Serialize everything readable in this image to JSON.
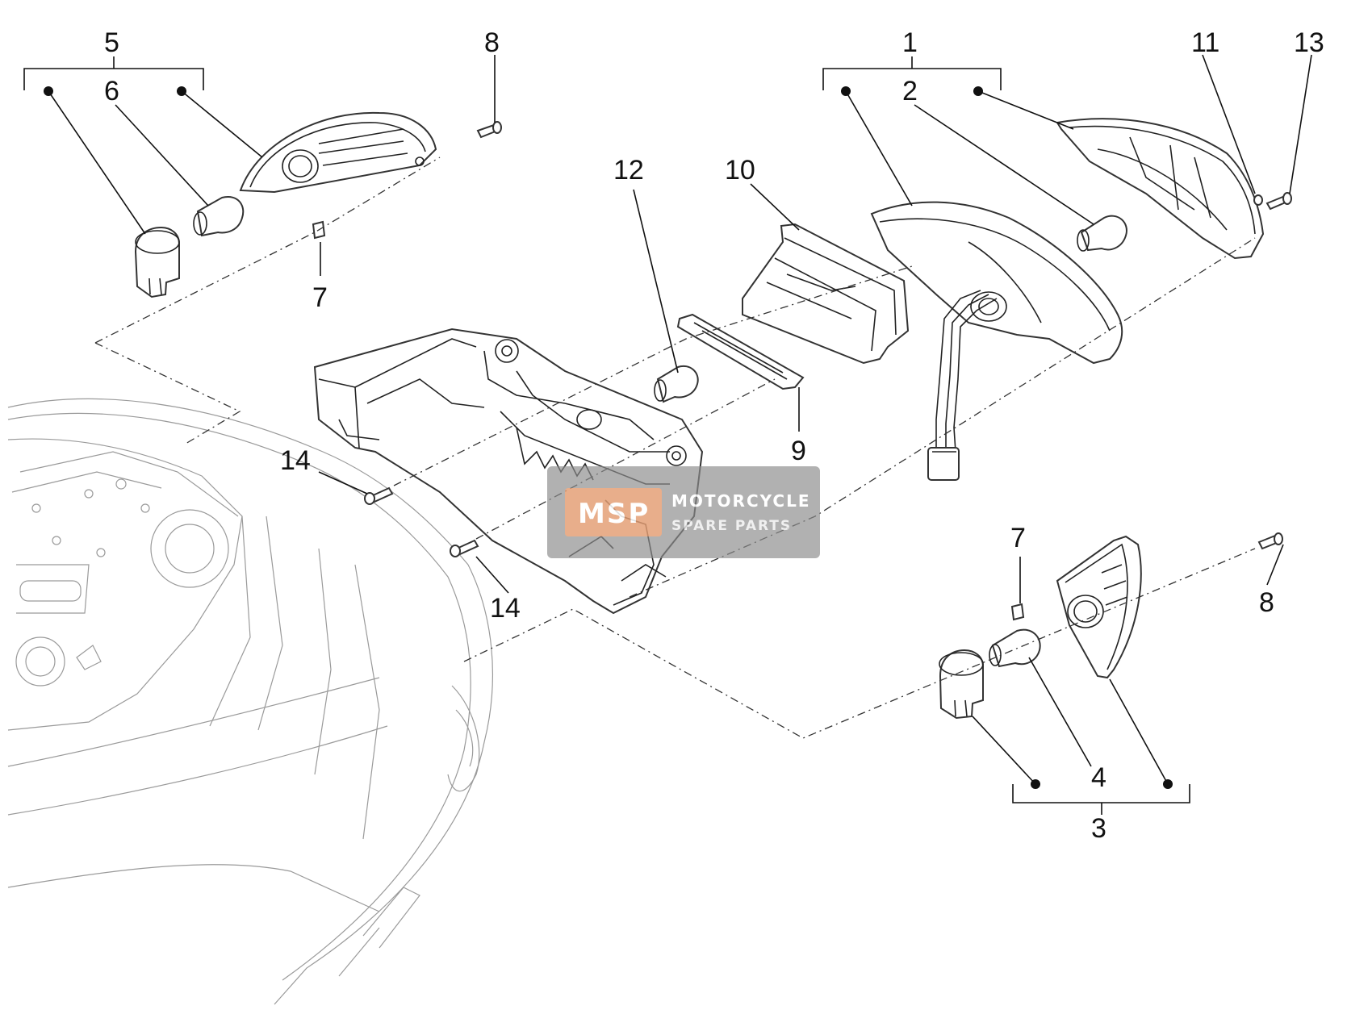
{
  "diagram": {
    "callouts": {
      "c1": "1",
      "c2": "2",
      "c3": "3",
      "c4": "4",
      "c5": "5",
      "c6": "6",
      "c7a": "7",
      "c7b": "7",
      "c8a": "8",
      "c8b": "8",
      "c9": "9",
      "c10": "10",
      "c11": "11",
      "c12": "12",
      "c13": "13",
      "c14a": "14",
      "c14b": "14"
    },
    "watermark": {
      "logo_text": "MSP",
      "line1": "MOTORCYCLE",
      "line2": "SPARE PARTS",
      "colors": {
        "box": "#8c8c8c",
        "logo": "#f0a070"
      }
    }
  }
}
